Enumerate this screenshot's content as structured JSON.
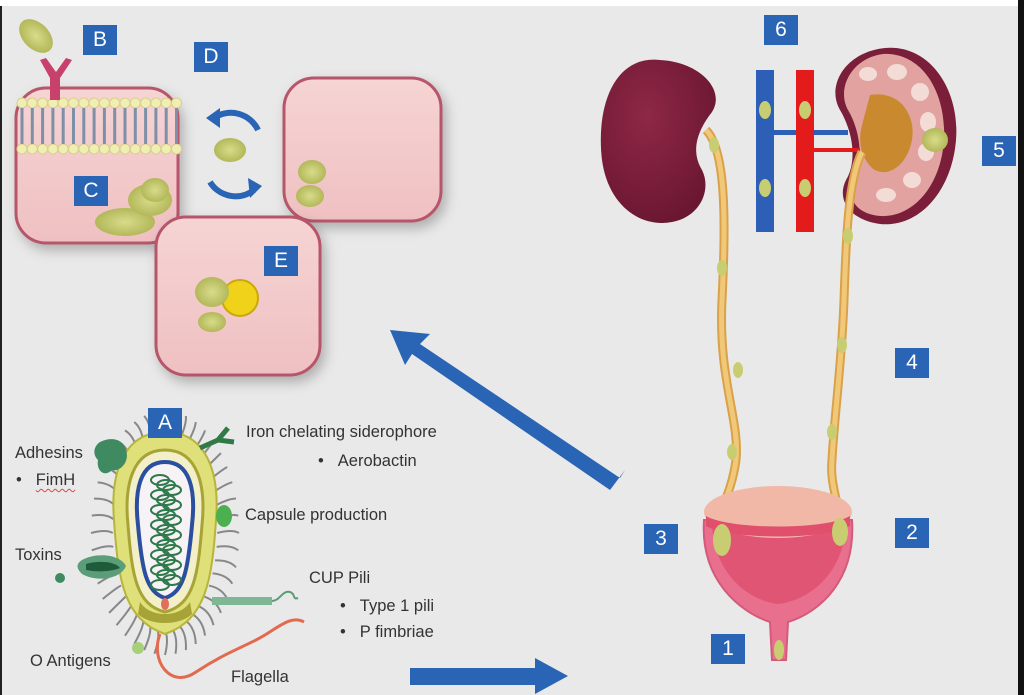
{
  "figure": {
    "description": "Uropathogenic bacteria virulence factors and urinary tract infection route",
    "colors": {
      "background": "#e9e9e9",
      "label_box": "#2a64b4",
      "arrow": "#2a64b4",
      "cell": "#f2c9c9",
      "cell_border": "#b7556a",
      "bacteria": "#c9cd72",
      "kidney_dark": "#7a1e3a",
      "ureter": "#e8b961",
      "vein": "#2c5fb5",
      "artery": "#e31b1b",
      "bladder": "#e8708e"
    }
  },
  "labels": {
    "A": "A",
    "B": "B",
    "C": "C",
    "D": "D",
    "E": "E",
    "n1": "1",
    "n2": "2",
    "n3": "3",
    "n4": "4",
    "n5": "5",
    "n6": "6"
  },
  "bacterium": {
    "adhesins": "Adhesins",
    "adhesins_item": "FimH",
    "toxins": "Toxins",
    "o_antigens": "O Antigens",
    "flagella": "Flagella",
    "iron": "Iron chelating siderophore",
    "iron_item": "Aerobactin",
    "capsule": "Capsule production",
    "cup_pili": "CUP Pili",
    "cup_items": [
      "Type 1 pili",
      "P fimbriae"
    ]
  }
}
